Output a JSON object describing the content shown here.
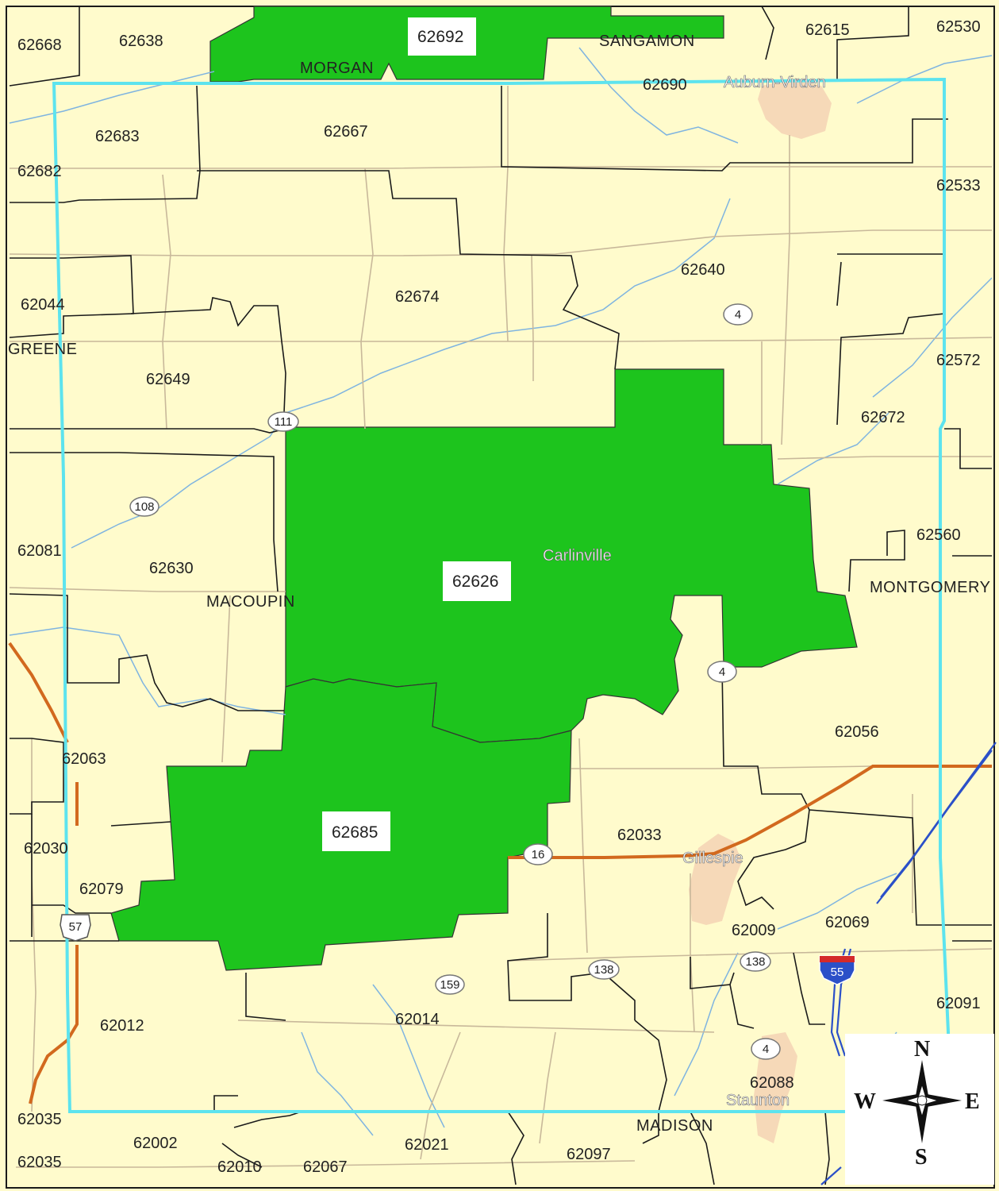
{
  "colors": {
    "background": "#FFFBCC",
    "highlight_zip": "#1DC41D",
    "study_area_border": "#5DE3EE",
    "zip_boundary": "#1A1A1A",
    "road": "#C8B89A",
    "river": "#7FB4E0",
    "highway_orange": "#D2691E",
    "interstate_blue": "#2B50C8",
    "urban_area": "#F6D9B8"
  },
  "zip_labels": [
    "62668",
    "62638",
    "62692",
    "62615",
    "62530",
    "62690",
    "62683",
    "62667",
    "62682",
    "62533",
    "62640",
    "62674",
    "62044",
    "62572",
    "62649",
    "62672",
    "62560",
    "62626",
    "62081",
    "62630",
    "62063",
    "62056",
    "62685",
    "62030",
    "62033",
    "62079",
    "62069",
    "62009",
    "62091",
    "62014",
    "62012",
    "62088",
    "62035",
    "62002",
    "62021",
    "62097",
    "62035",
    "62010",
    "62067"
  ],
  "counties": [
    "MORGAN",
    "SANGAMON",
    "GREENE",
    "MACOUPIN",
    "MONTGOMERY",
    "MADISON"
  ],
  "places": [
    "Auburn-Virden",
    "Carlinville",
    "Gillespie",
    "Staunton"
  ],
  "route_shields": [
    "4",
    "111",
    "108",
    "4",
    "16",
    "57",
    "159",
    "138",
    "138",
    "4",
    "55"
  ],
  "compass": {
    "north": "N",
    "south": "S",
    "east": "E",
    "west": "W"
  }
}
